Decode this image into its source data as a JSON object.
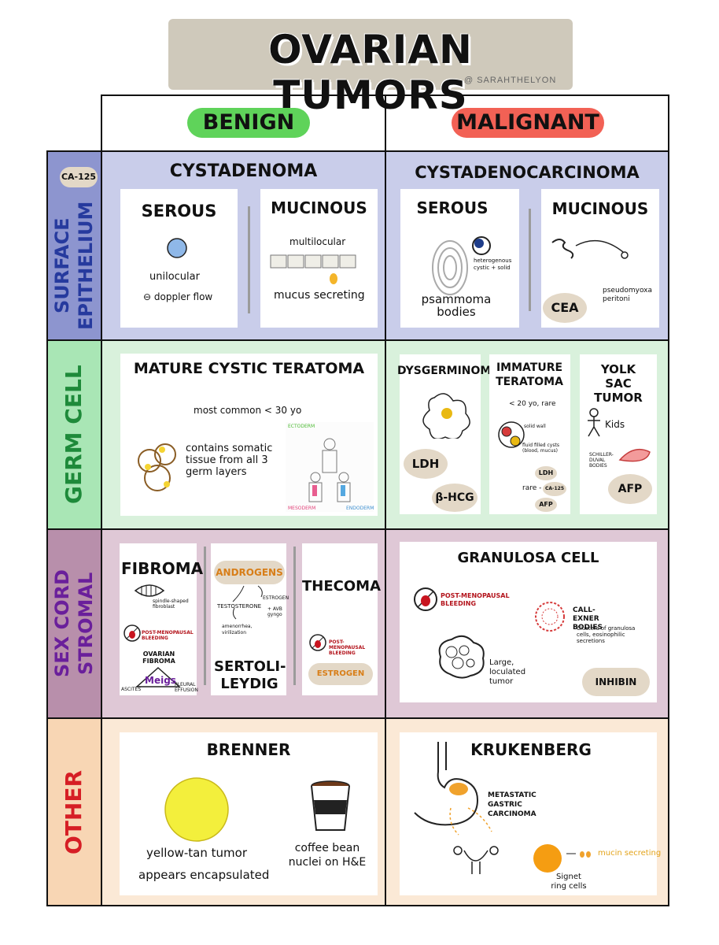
{
  "title": "OVARIAN TUMORS",
  "credit": "@ SARAHTHELYON",
  "columns": {
    "benign": "BENIGN",
    "malignant": "MALIGNANT"
  },
  "colors": {
    "benign_pill": "#5fd35a",
    "malignant_pill": "#f26155",
    "surface_band": "#c9cdea",
    "surface_label": "#263a9e",
    "germ_band": "#d9f1dc",
    "germ_label": "#1e8a3a",
    "sex_band": "#dfc8d6",
    "sex_label": "#6a1f9b",
    "other_band": "#fbe9d6",
    "other_label": "#d61e25"
  },
  "rows": {
    "surface": {
      "label": "SURFACE EPITHELIUM",
      "marker": "CA-125",
      "benign": {
        "title": "CYSTADENOMA",
        "serous": {
          "title": "SEROUS",
          "line1": "unilocular",
          "line2": "⊖ doppler flow"
        },
        "mucinous": {
          "title": "MUCINOUS",
          "line1": "multilocular",
          "line2": "mucus secreting"
        }
      },
      "malignant": {
        "title": "CYSTADENOCARCINOMA",
        "serous": {
          "title": "SEROUS",
          "note": "heterogenous cystic + solid",
          "caption": "psammoma bodies"
        },
        "mucinous": {
          "title": "MUCINOUS",
          "note": "pseudomyoxa peritoni",
          "marker": "CEA"
        }
      }
    },
    "germ": {
      "label": "GERM CELL",
      "benign": {
        "title": "MATURE CYSTIC TERATOMA",
        "line1": "most common < 30 yo",
        "line2": "contains somatic tissue from all 3 germ layers",
        "diagram_labels": [
          "ECTODERM",
          "MESODERM",
          "ENDODERM"
        ]
      },
      "malignant": {
        "dysgerminoma": {
          "title": "DYSGERMINOMA",
          "marker1": "LDH",
          "marker2": "β-HCG"
        },
        "immature": {
          "title": "IMMATURE TERATOMA",
          "line1": "< 20 yo, rare",
          "note1": "solid wall",
          "note2": "fluid filled cysts (blood, mucus)",
          "marker1": "LDH",
          "rare": "rare -",
          "marker2": "CA-125",
          "marker3": "AFP"
        },
        "yolk": {
          "title": "YOLK SAC TUMOR",
          "line1": "Kids",
          "note": "SCHILLER-DUVAL BODIES",
          "marker": "AFP"
        }
      }
    },
    "sex": {
      "label": "SEX CORD STROMAL",
      "fibroma": {
        "title": "FIBROMA",
        "note1": "spindle-shaped fibroblast",
        "note2": "POST-MENOPAUSAL BLEEDING",
        "tri_top": "OVARIAN FIBROMA",
        "tri_center": "Meigs",
        "tri_left": "ASCITES",
        "tri_right": "PLEURAL EFFUSION"
      },
      "sertoli": {
        "title": "SERTOLI-LEYDIG",
        "marker": "ANDROGENS",
        "note1": "TESTOSTERONE",
        "note2": "ESTROGEN",
        "note3": "+ AVB gyngo",
        "note4": "amenorrhea, virilization"
      },
      "thecoma": {
        "title": "THECOMA",
        "note": "POST-MENOPAUSAL BLEEDING",
        "marker": "ESTROGEN"
      },
      "granulosa": {
        "title": "GRANULOSA CELL",
        "note1": "POST-MENOPAUSAL BLEEDING",
        "note2": "CALL-EXNER BODIES",
        "note3": "Clusters of granulosa cells, eosinophilic secretions",
        "note4": "Large, loculated tumor",
        "marker": "INHIBIN"
      }
    },
    "other": {
      "label": "OTHER",
      "brenner": {
        "title": "BRENNER",
        "line1": "yellow-tan tumor",
        "line2": "appears encapsulated",
        "line3": "coffee bean nuclei on H&E"
      },
      "krukenberg": {
        "title": "KRUKENBERG",
        "note1": "METASTATIC GASTRIC CARCINOMA",
        "note2": "Signet ring cells",
        "note3": "mucin secreting"
      }
    }
  }
}
